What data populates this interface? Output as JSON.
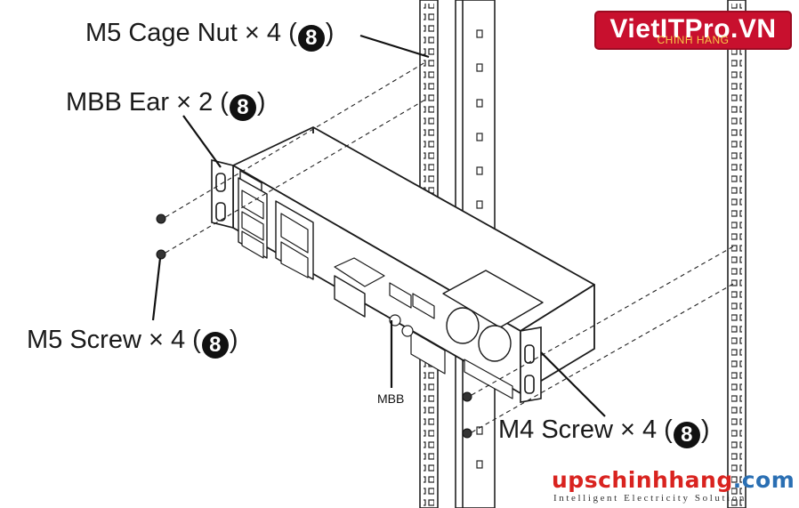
{
  "labels": {
    "cage_nut": {
      "text": "M5 Cage Nut × 4 (",
      "num": "8",
      "close": ")"
    },
    "mbb_ear": {
      "text": "MBB Ear × 2 (",
      "num": "8",
      "close": ")"
    },
    "m5_screw": {
      "text": "M5 Screw × 4 (",
      "num": "8",
      "close": ")"
    },
    "m4_screw": {
      "text": "M4 Screw × 4 (",
      "num": "8",
      "close": ")"
    },
    "mbb": "MBB"
  },
  "watermark": {
    "main": "VietITPro.VN",
    "sub": "CHINH HANG"
  },
  "brand": {
    "name_a": "upschinhhang",
    "name_b": ".com",
    "tagline": "Intelligent Electricity Solution"
  },
  "colors": {
    "line": "#1a1a1a",
    "badge": "#c8102e",
    "brand_red": "#d9231f",
    "brand_blue": "#2a6fb3"
  }
}
